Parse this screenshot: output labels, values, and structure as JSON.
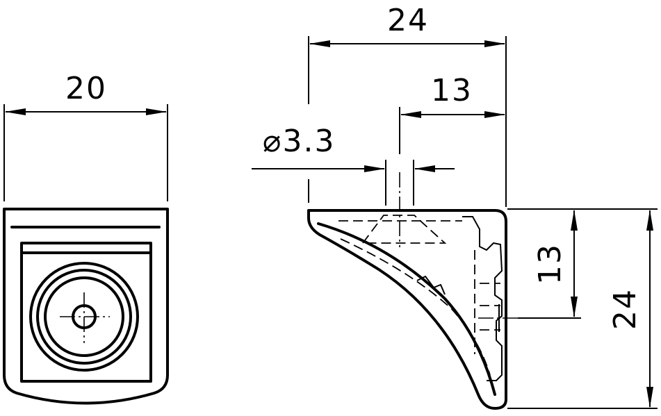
{
  "dimensions": {
    "front_width": "20",
    "side_width": "24",
    "pin_offset": "13",
    "hole_diameter": "⌀3.3",
    "side_height_inner": "13",
    "side_height_total": "24"
  }
}
